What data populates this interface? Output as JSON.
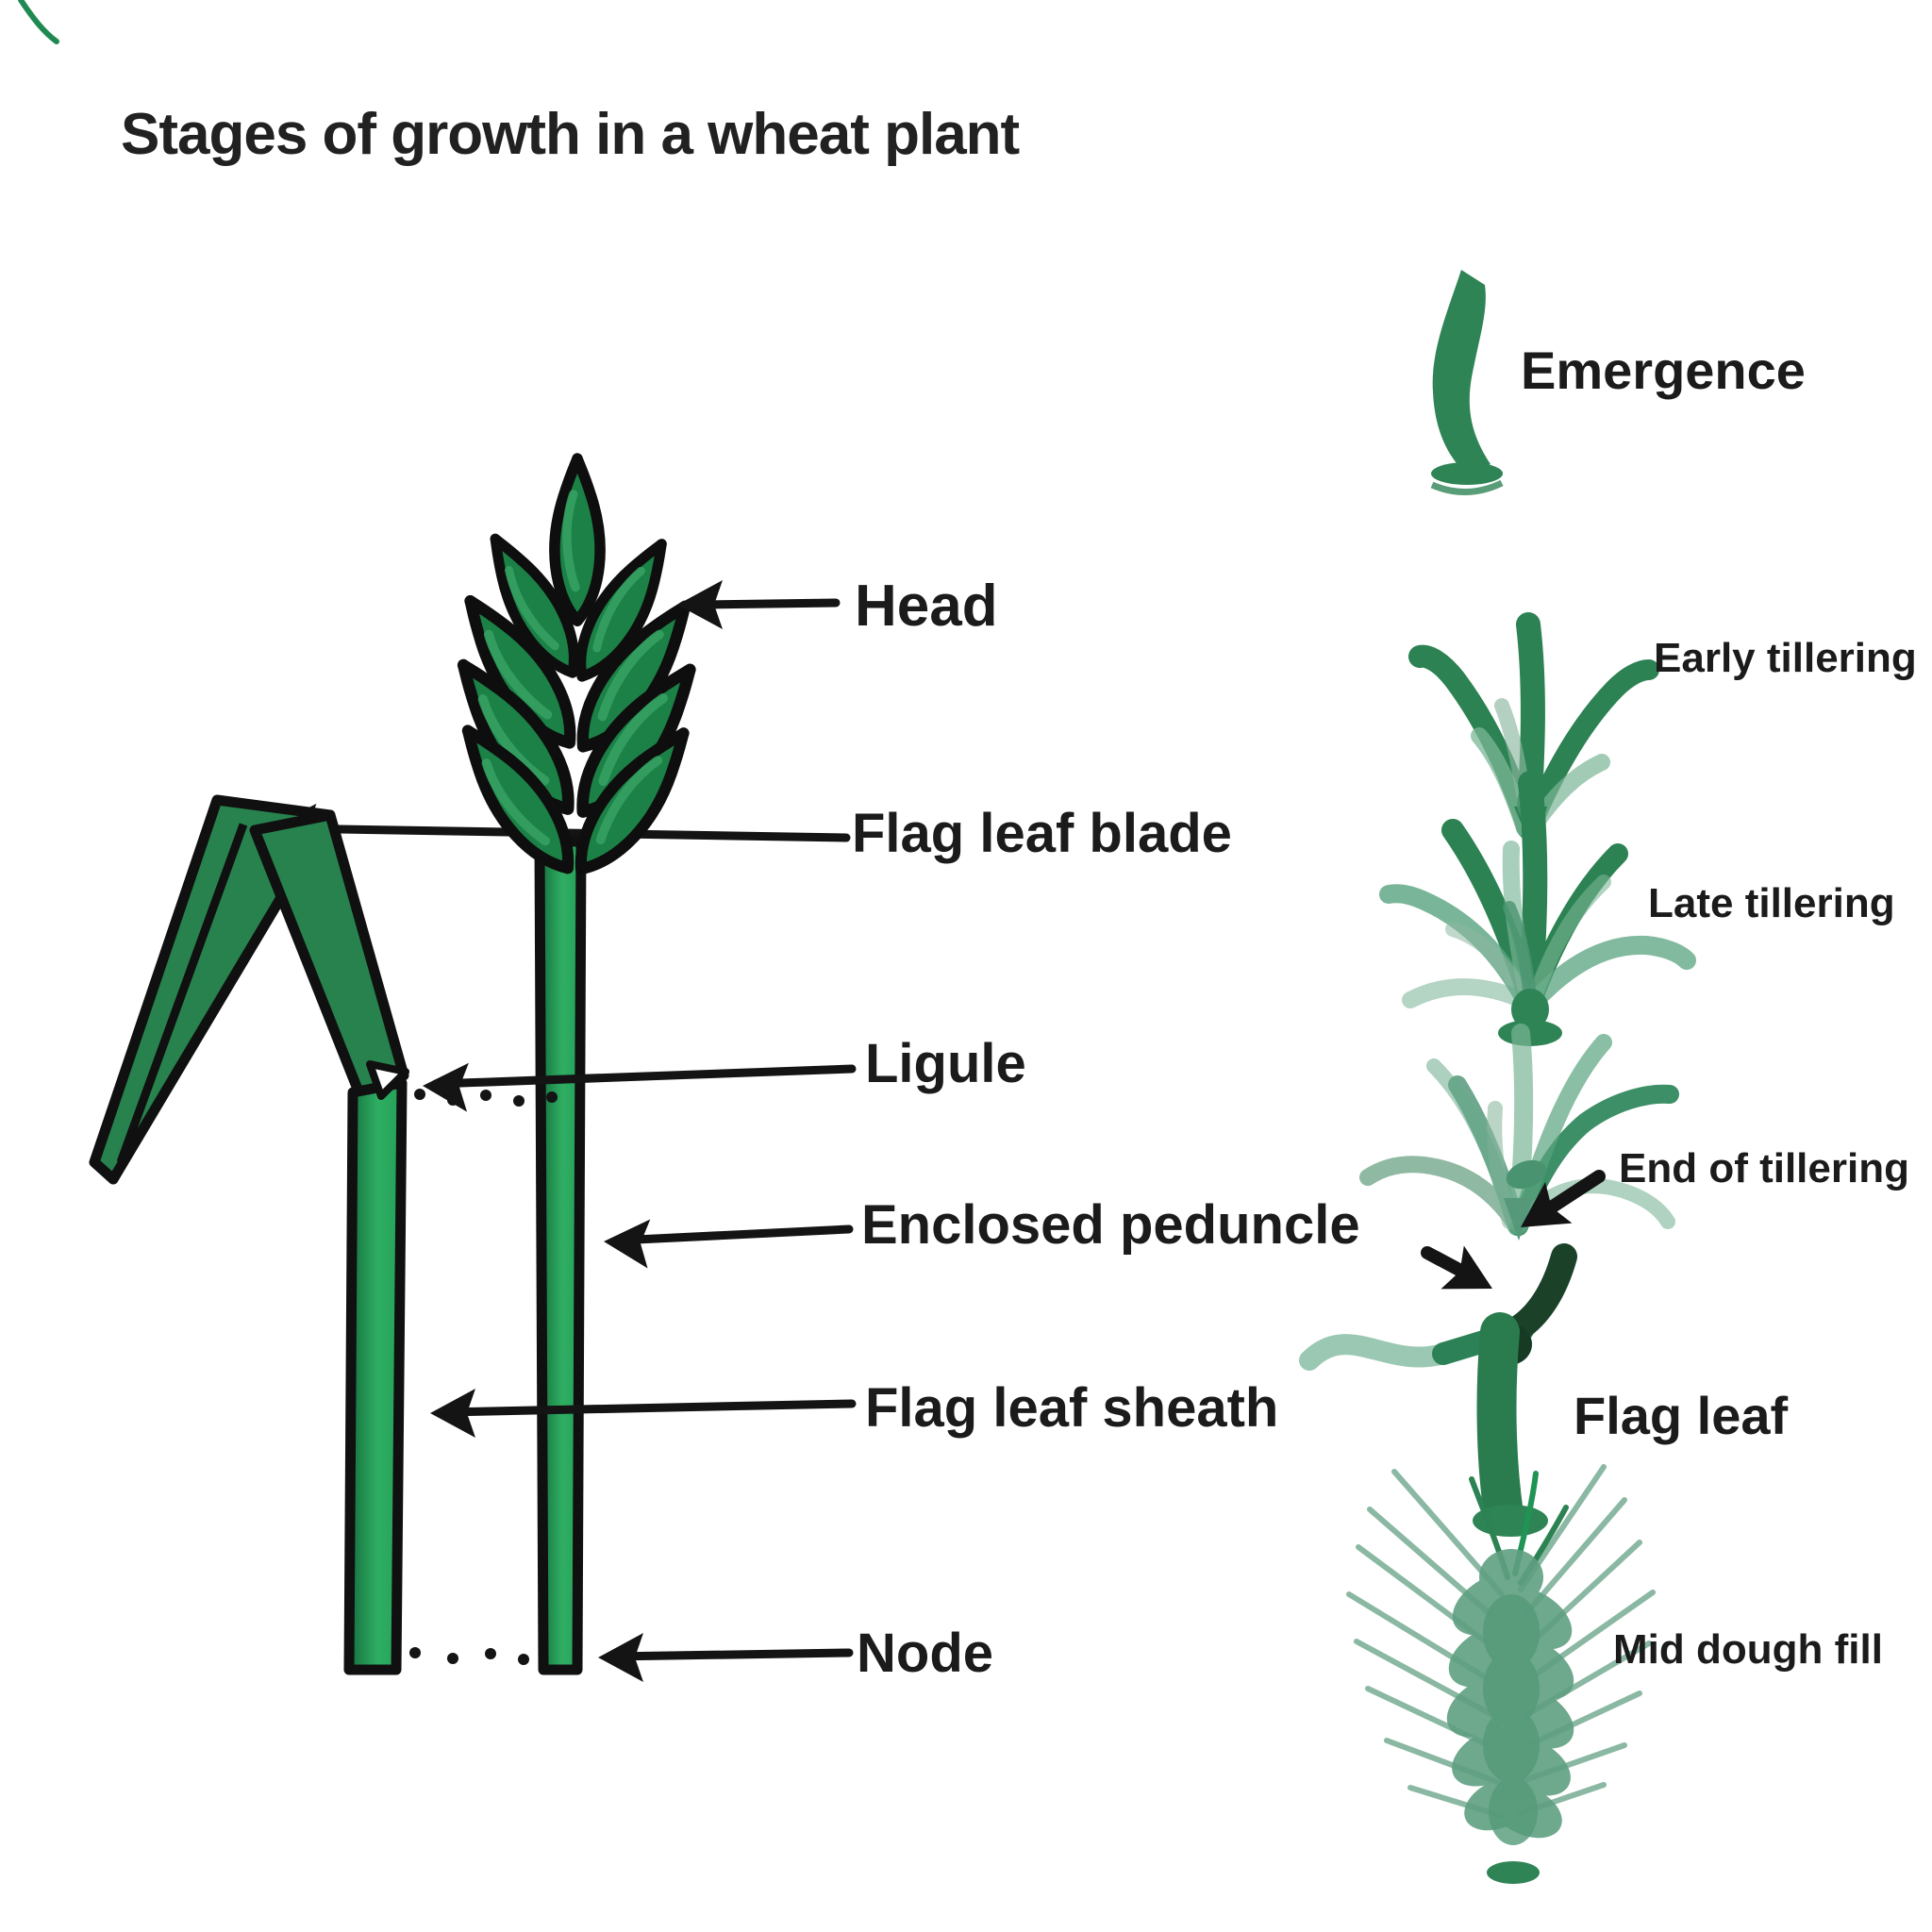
{
  "title": "Stages of growth in a wheat plant",
  "plant_parts": [
    {
      "label": "Head"
    },
    {
      "label": "Flag leaf blade"
    },
    {
      "label": "Ligule"
    },
    {
      "label": "Enclosed peduncle"
    },
    {
      "label": "Flag leaf sheath"
    },
    {
      "label": "Node"
    }
  ],
  "growth_stages": [
    {
      "label": "Emergence"
    },
    {
      "label": "Early tillering"
    },
    {
      "label": "Late tillering"
    },
    {
      "label": "End of tillering"
    },
    {
      "label": "Flag leaf"
    },
    {
      "label": "Mid dough fill"
    }
  ],
  "colors": {
    "outline": "#101010",
    "text": "#1b1b1b",
    "leaf_green": "#1b8146",
    "stem_green": "#2fae63",
    "flat_green": "#2c8252",
    "faded_green": "#7ab596",
    "sage_green": "#69a183",
    "dark_green": "#1b4229",
    "kernel_green": "#5f9f81",
    "background": "#ffffff"
  }
}
